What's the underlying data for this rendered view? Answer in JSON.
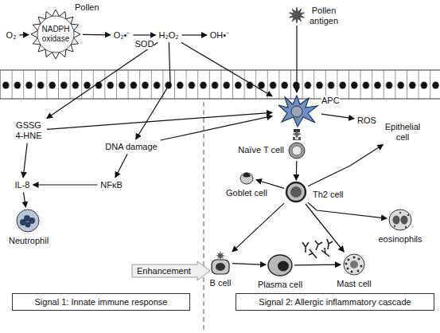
{
  "diagram": {
    "nodes": [
      {
        "text": [
          "O₂"
        ]
      },
      {
        "text": [
          "Pollen",
          "NADPH oxidase"
        ]
      },
      {
        "text": [
          "O₂•⁻"
        ]
      },
      {
        "text": [
          "H₂O₂"
        ]
      },
      {
        "text": [
          "OH•⁻"
        ]
      },
      {
        "text": [
          "Pollen antigen"
        ]
      },
      {
        "text": [
          "APC"
        ]
      },
      {
        "text": [
          "ROS"
        ]
      },
      {
        "text": [
          "Epithelial cell"
        ]
      },
      {
        "text": [
          "GSSG 4-HNE"
        ]
      },
      {
        "text": [
          "DNA damage"
        ]
      },
      {
        "text": [
          "Naïve T cell"
        ]
      },
      {
        "text": [
          "IL-8"
        ]
      },
      {
        "text": [
          "NFκB"
        ]
      },
      {
        "text": [
          "Goblet cell"
        ]
      },
      {
        "text": [
          "Th2 cell"
        ]
      },
      {
        "text": [
          "Neutrophil"
        ]
      },
      {
        "text": [
          "eosinophils"
        ]
      },
      {
        "text": [
          "Enhancement"
        ]
      },
      {
        "text": [
          "B cell"
        ]
      },
      {
        "text": [
          "Plasma cell"
        ]
      },
      {
        "text": [
          "Mast cell"
        ]
      },
      {
        "text": [
          "Signal 1: Innate immune response"
        ]
      },
      {
        "text": [
          "Signal 2: Allergic inflammatory cascade"
        ]
      }
    ],
    "edges": [
      {
        "from": 0,
        "to": 1,
        "arrow": "to"
      },
      {
        "from": 1,
        "to": 2,
        "arrow": "to"
      },
      {
        "from": 2,
        "to": 3,
        "label": "SOD",
        "arrow": "to"
      },
      {
        "from": 3,
        "to": 4,
        "arrow": "to"
      },
      {
        "from": 5,
        "to": 6,
        "arrow": "to"
      },
      {
        "from": 3,
        "to": 6,
        "arrow": "to"
      },
      {
        "from": 3,
        "to": 9,
        "arrow": "to"
      },
      {
        "from": 3,
        "to": 10,
        "arrow": "to"
      },
      {
        "from": 9,
        "to": 6,
        "arrow": "to"
      },
      {
        "from": 10,
        "to": 6,
        "arrow": "to"
      },
      {
        "from": 6,
        "to": 7,
        "arrow": "to"
      },
      {
        "from": 9,
        "to": 12,
        "arrow": "to"
      },
      {
        "from": 10,
        "to": 13,
        "arrow": "to"
      },
      {
        "from": 13,
        "to": 12,
        "arrow": "to"
      },
      {
        "from": 12,
        "to": 16,
        "arrow": "to"
      },
      {
        "from": 11,
        "to": 15,
        "arrow": "to"
      },
      {
        "from": 15,
        "to": 8,
        "arrow": "to"
      },
      {
        "from": 15,
        "to": 14,
        "arrow": "to"
      },
      {
        "from": 15,
        "to": 17,
        "arrow": "to"
      },
      {
        "from": 15,
        "to": 19,
        "arrow": "to"
      },
      {
        "from": 15,
        "to": 21,
        "arrow": "to"
      },
      {
        "from": 19,
        "to": 20,
        "arrow": "to"
      },
      {
        "from": 20,
        "to": 21,
        "arrow": "to"
      }
    ]
  }
}
